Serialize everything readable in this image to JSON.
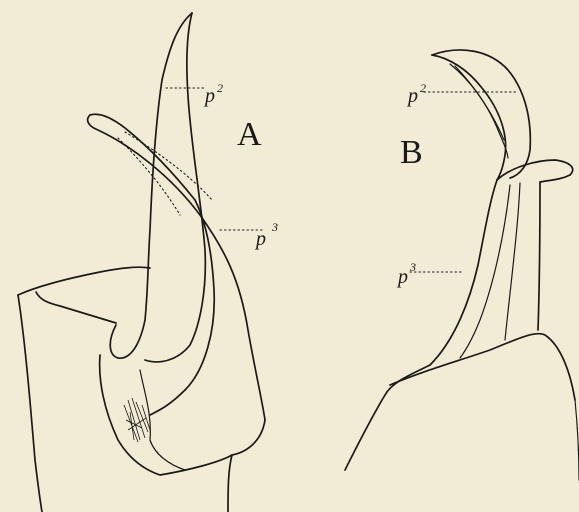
{
  "figures": [
    {
      "label": "A",
      "parts": [
        {
          "letter": "p",
          "index": "2"
        },
        {
          "letter": "p",
          "index": "3"
        }
      ]
    },
    {
      "label": "B",
      "parts": [
        {
          "letter": "p",
          "index": "2"
        },
        {
          "letter": "p",
          "index": "3"
        }
      ]
    }
  ],
  "colors": {
    "paper": "#f2ebd6",
    "ink": "#1c1a16"
  }
}
